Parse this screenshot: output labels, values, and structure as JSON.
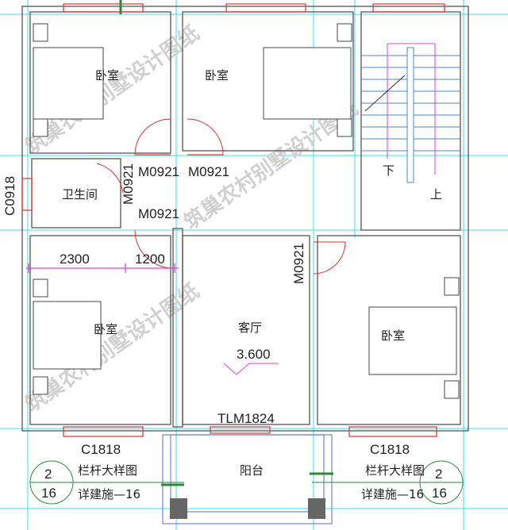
{
  "rooms": {
    "bedroom_top_left": "卧室",
    "bedroom_top_mid": "卧室",
    "bathroom": "卫生间",
    "bedroom_bottom_left": "卧室",
    "living_room": "客厅",
    "bedroom_bottom_right": "卧室",
    "balcony": "阳台"
  },
  "stairs": {
    "down": "下",
    "up": "上"
  },
  "elevation": "3.600",
  "doors": {
    "d1": "M0921",
    "d2": "M0921",
    "d3": "M0921",
    "d4": "M0921",
    "d5": "M0921",
    "sliding": "TLM1824"
  },
  "windows": {
    "bath": "C0918",
    "left": "C1818",
    "right": "C1818"
  },
  "dimensions": {
    "d1": "2300",
    "d2": "1200"
  },
  "detail_refs": {
    "left": {
      "number": "2",
      "sheet": "16",
      "title": "栏杆大样图",
      "ref": "详建施—16"
    },
    "right": {
      "number": "2",
      "sheet": "16",
      "title": "栏杆大样图",
      "ref": "详建施—16"
    }
  },
  "watermark": "筑巢农村别墅设计图纸",
  "colors": {
    "axis": "#33e0f0",
    "window": "#e03030",
    "dimension": "#e040e0",
    "balcony": "#6f82e0",
    "callout": "#2a8a3a"
  }
}
